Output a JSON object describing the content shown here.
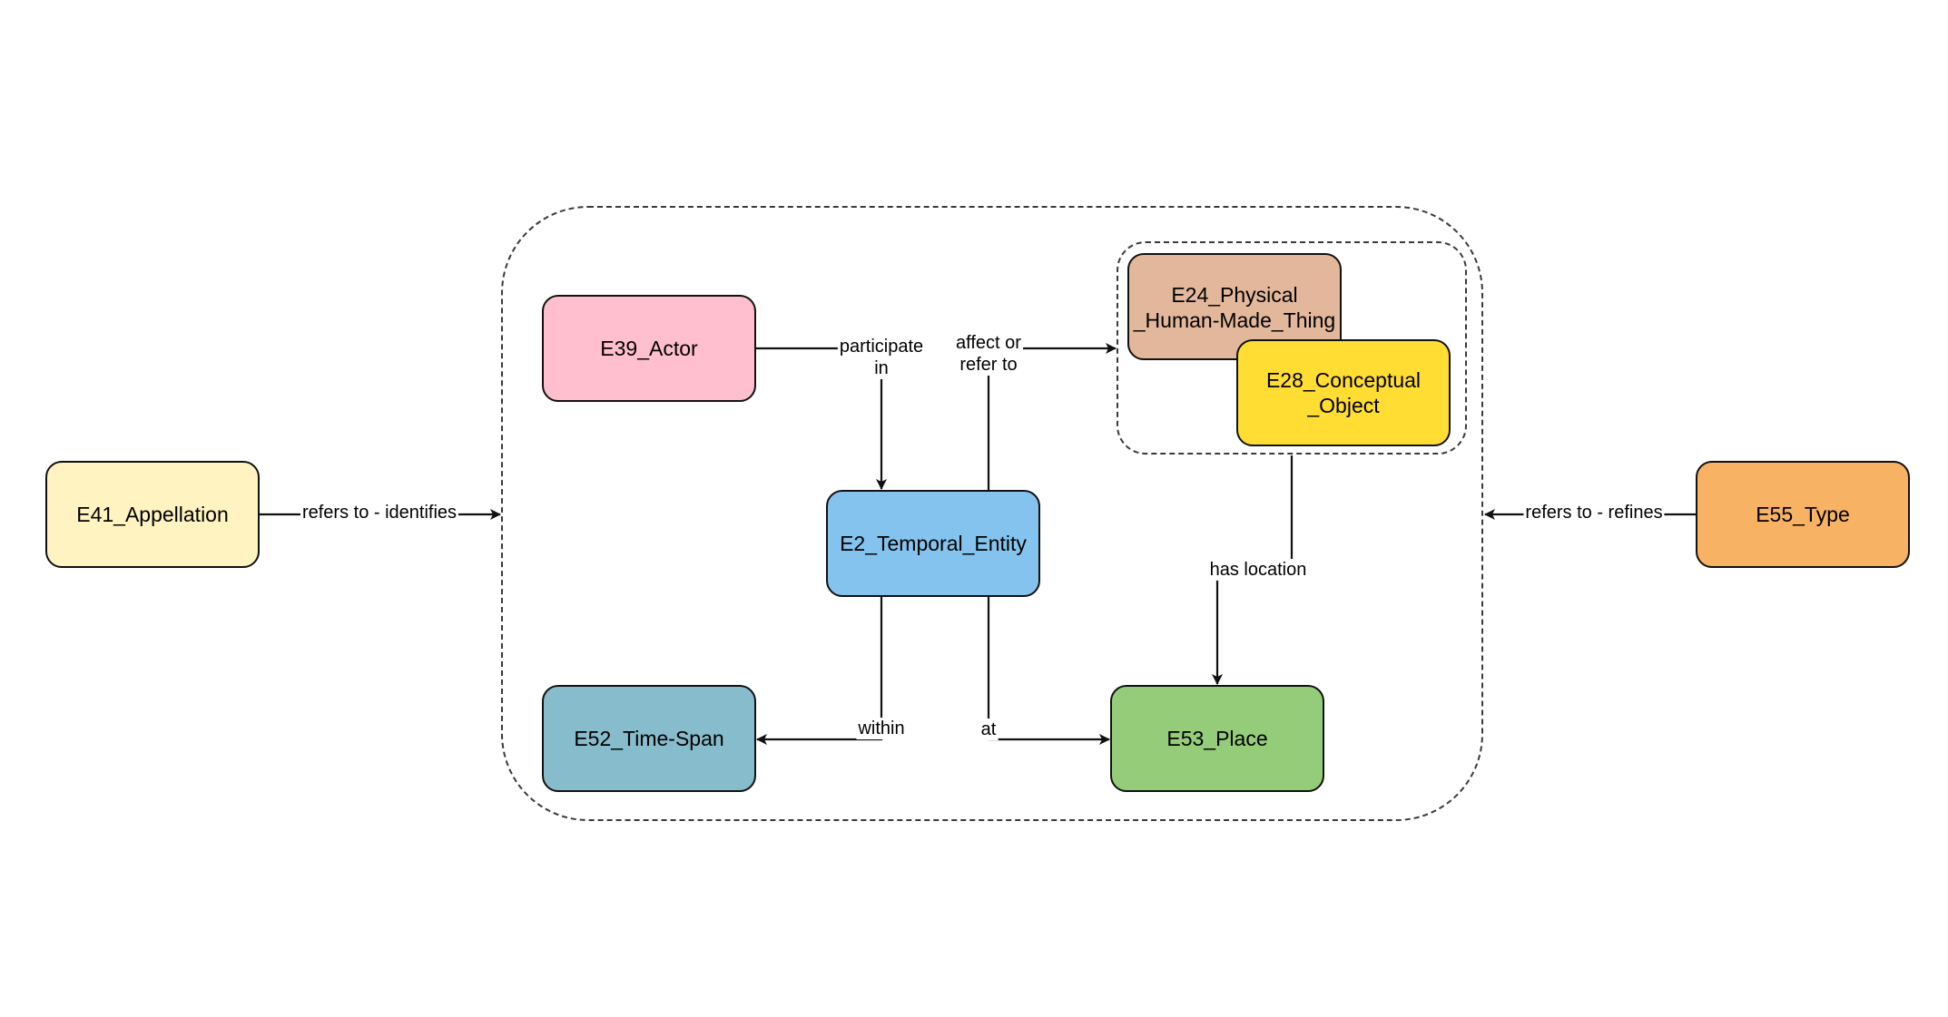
{
  "nodes": {
    "e41": {
      "label": "E41_Appellation",
      "color": "#FFF3C2"
    },
    "e39": {
      "label": "E39_Actor",
      "color": "#FFBFCF"
    },
    "e2": {
      "label": "E2_Temporal_Entity",
      "color": "#84C3EE"
    },
    "e52": {
      "label": "E52_Time-Span",
      "color": "#86BCCB"
    },
    "e53": {
      "label": "E53_Place",
      "color": "#95CC7A"
    },
    "e24": {
      "label": "E24_Physical\n_Human-Made_Thing",
      "color": "#E3B79C"
    },
    "e28": {
      "label": "E28_Conceptual\n_Object",
      "color": "#FFDD33"
    },
    "e55": {
      "label": "E55_Type",
      "color": "#F8B263"
    }
  },
  "edges": {
    "refers_identifies": "refers to - identifies",
    "participate_in": "participate\nin",
    "affect_refer": "affect or\nrefer to",
    "has_location": "has location",
    "refers_refines": "refers to - refines",
    "within": "within",
    "at": "at"
  }
}
